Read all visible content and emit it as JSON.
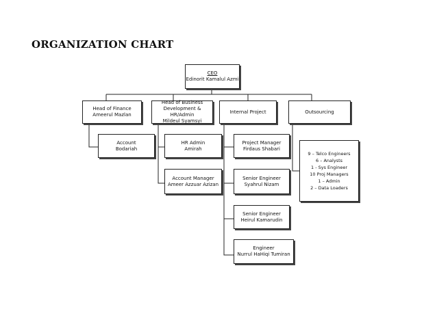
{
  "page": {
    "title": "ORGANIZATION CHART"
  },
  "nodes": {
    "ceo": {
      "lines": [
        "CEO",
        "Edinorit Kamalul Azmi"
      ]
    },
    "finance": {
      "lines": [
        "Head of Finance",
        "Ameerul Mazlan"
      ]
    },
    "business": {
      "lines": [
        "Head of Business",
        "Development &",
        "HR/Admin",
        "Mildeul Syamsyi"
      ]
    },
    "internal": {
      "lines": [
        "Internal Project"
      ]
    },
    "outsourcing": {
      "lines": [
        "Outsourcing"
      ]
    },
    "account": {
      "lines": [
        "Account",
        "Bodariah"
      ]
    },
    "hr_admin": {
      "lines": [
        "HR Admin",
        "Amirah"
      ]
    },
    "acc_manager": {
      "lines": [
        "Account Manager",
        "Ameer Azzuar Azizan"
      ]
    },
    "project_mgr": {
      "lines": [
        "Project Manager",
        "Firdaus Shabari"
      ]
    },
    "senior_eng1": {
      "lines": [
        "Senior Engineer",
        "Syahrul Nizam"
      ]
    },
    "senior_eng2": {
      "lines": [
        "Senior Engineer",
        "Heirul Kamarudin"
      ]
    },
    "engineer": {
      "lines": [
        "Engineer",
        "Nurrul HaHiqi Tumiran"
      ]
    },
    "outsource_list": {
      "lines": [
        "9 – Telco Engineers",
        "6 – Analysts",
        "1 - Sys Engineer",
        "10 Proj Managers",
        "1 – Admin",
        "2 – Data Loaders"
      ]
    }
  }
}
